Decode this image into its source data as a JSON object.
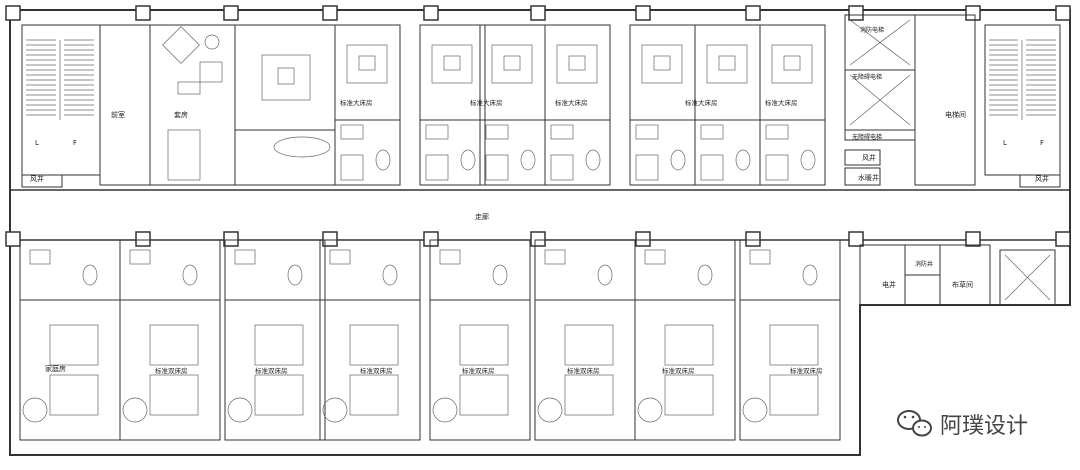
{
  "labels": {
    "stair_left_l": "L",
    "stair_left_f": "F",
    "stair_right_l": "L",
    "stair_right_f": "F",
    "vent_left": "风井",
    "vent_right": "风井",
    "vent_core": "风井",
    "front_office": "前室",
    "suite": "套房",
    "king_room": "标准大床房",
    "fire_elevator": "消防电梯",
    "accessible_elevator_a": "无障碍电梯",
    "accessible_elevator_b": "无障碍电梯",
    "elevator_hall": "电梯间",
    "water_shaft": "水暖井",
    "corridor": "走廊",
    "fire_shaft": "消防井",
    "elec_room": "电井",
    "linen_room": "布草间",
    "family_room": "家庭房",
    "twin_room": "标准双床房"
  },
  "watermark": {
    "text": "阿璞设计",
    "icon": "wechat-icon"
  }
}
